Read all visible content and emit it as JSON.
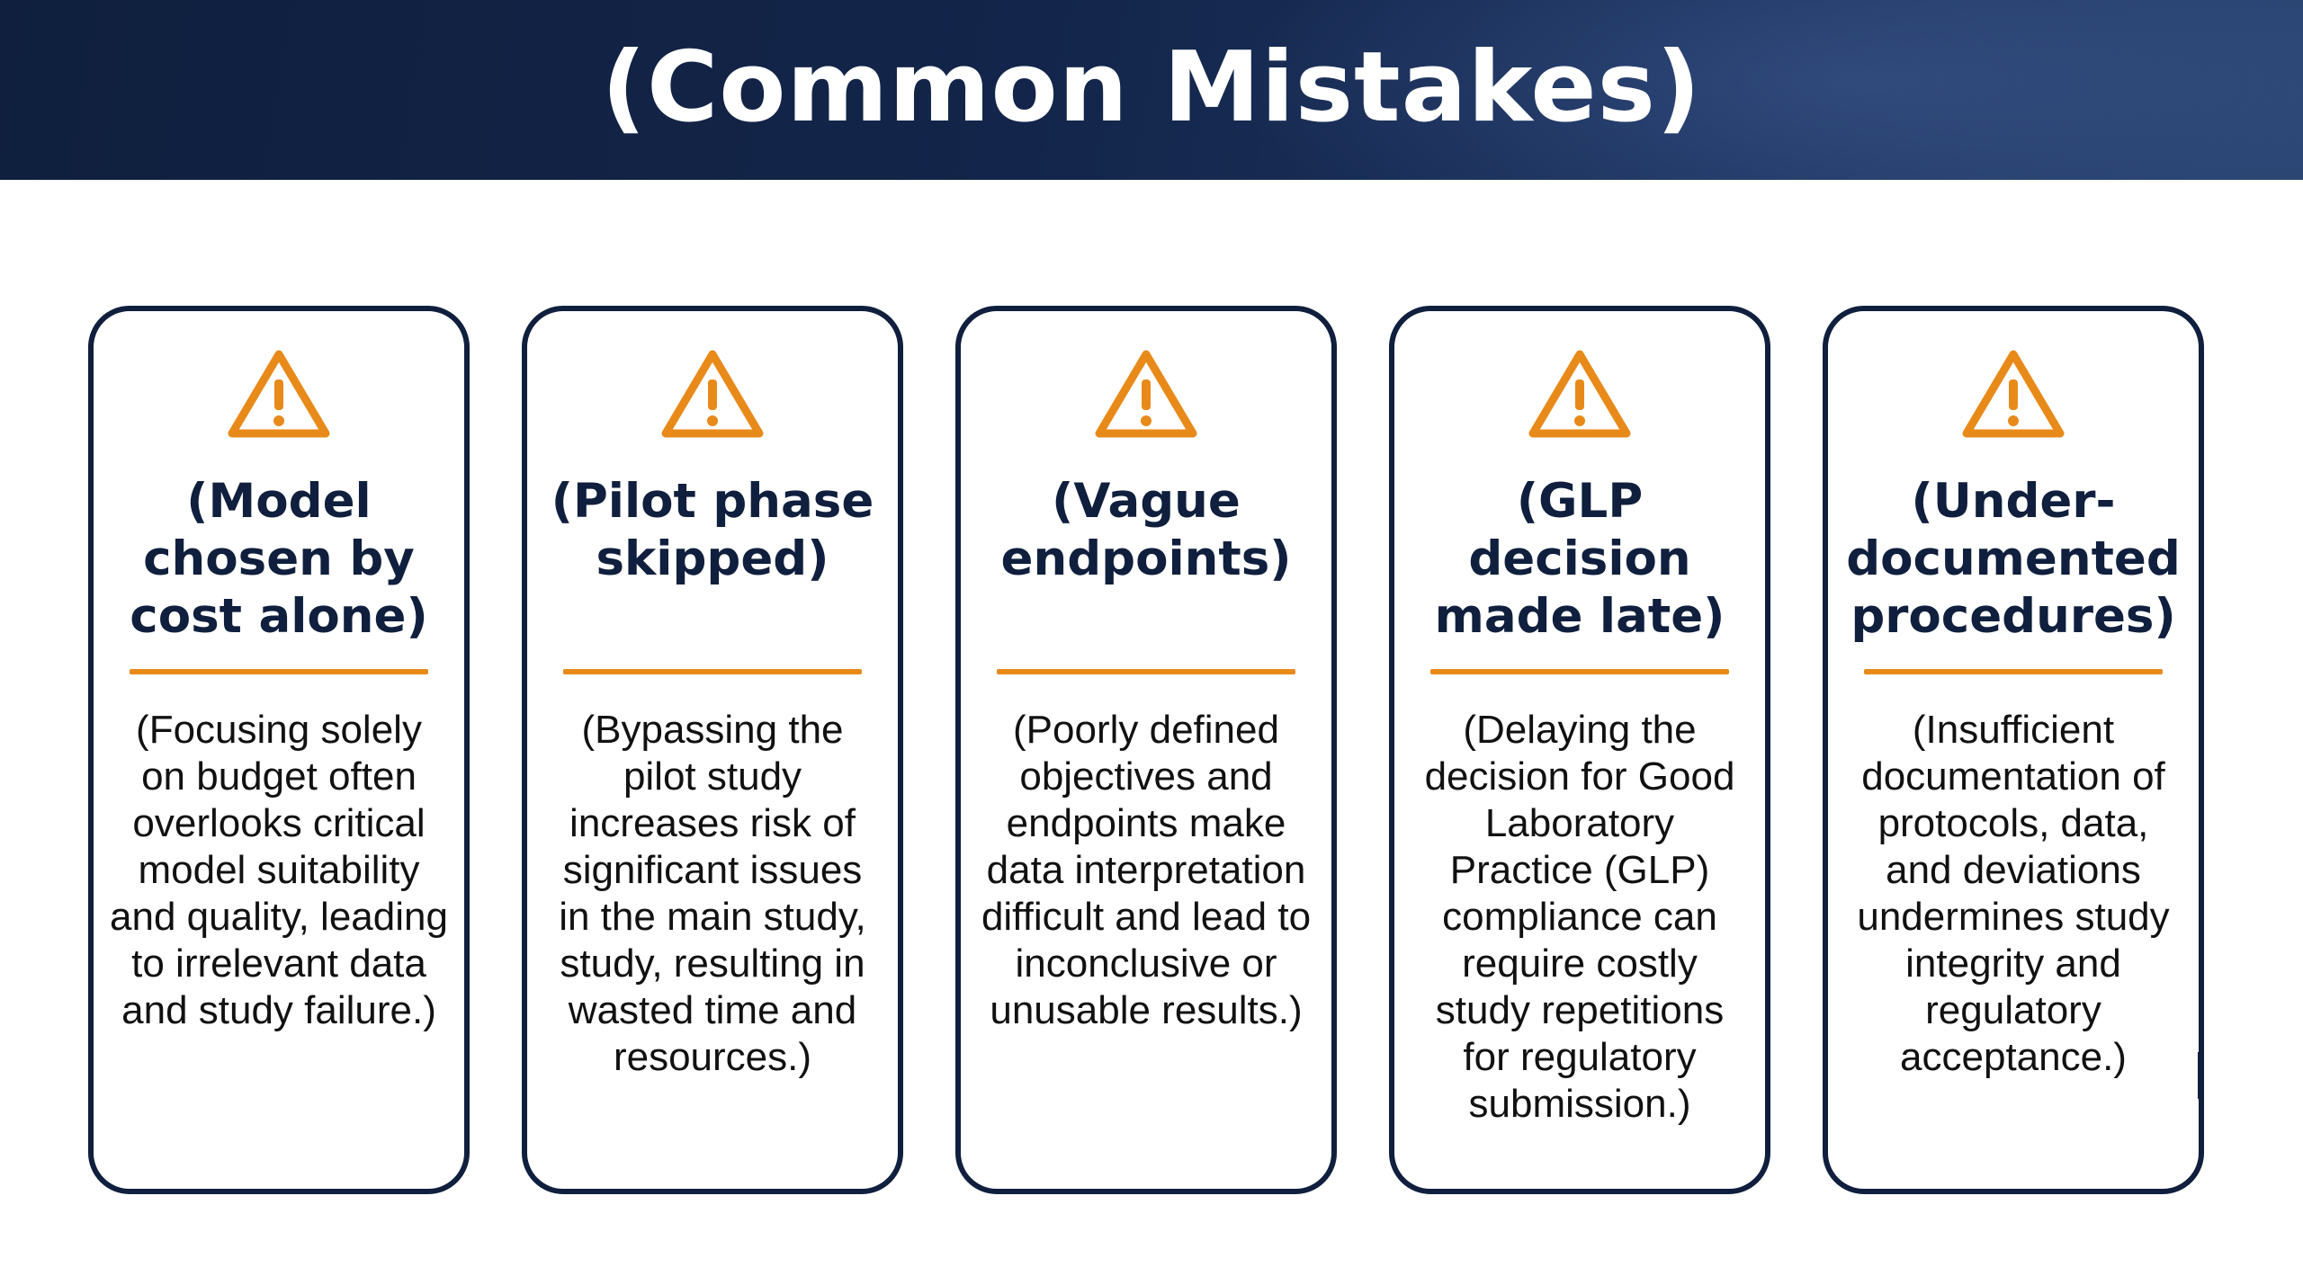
{
  "title": "(Common Mistakes)",
  "colors": {
    "navy": "#0f1f3d",
    "accent_orange": "#e88a1a",
    "background": "#ffffff"
  },
  "cards": [
    {
      "icon": "warning-triangle-icon",
      "heading": "(Model chosen by cost alone)",
      "description": "(Focusing solely on budget often overlooks critical model suitability and quality, leading to irrelevant data and study failure.)"
    },
    {
      "icon": "warning-triangle-icon",
      "heading": "(Pilot phase skipped)",
      "description": "(Bypassing the pilot study increases risk of significant issues in the main study, study, resulting in wasted time and resources.)"
    },
    {
      "icon": "warning-triangle-icon",
      "heading": "(Vague endpoints)",
      "description": "(Poorly defined objectives and endpoints make data interpretation difficult and lead to inconclusive or unusable results.)"
    },
    {
      "icon": "warning-triangle-icon",
      "heading": "(GLP decision made late)",
      "description": "(Delaying the decision for Good Laboratory Practice (GLP) compliance can require costly study repetitions for regulatory submission.)"
    },
    {
      "icon": "warning-triangle-icon",
      "heading": "(Under-documented procedures)",
      "description": "(Insufficient documentation of protocols, data, and deviations undermines study integrity and regulatory acceptance.)"
    }
  ]
}
